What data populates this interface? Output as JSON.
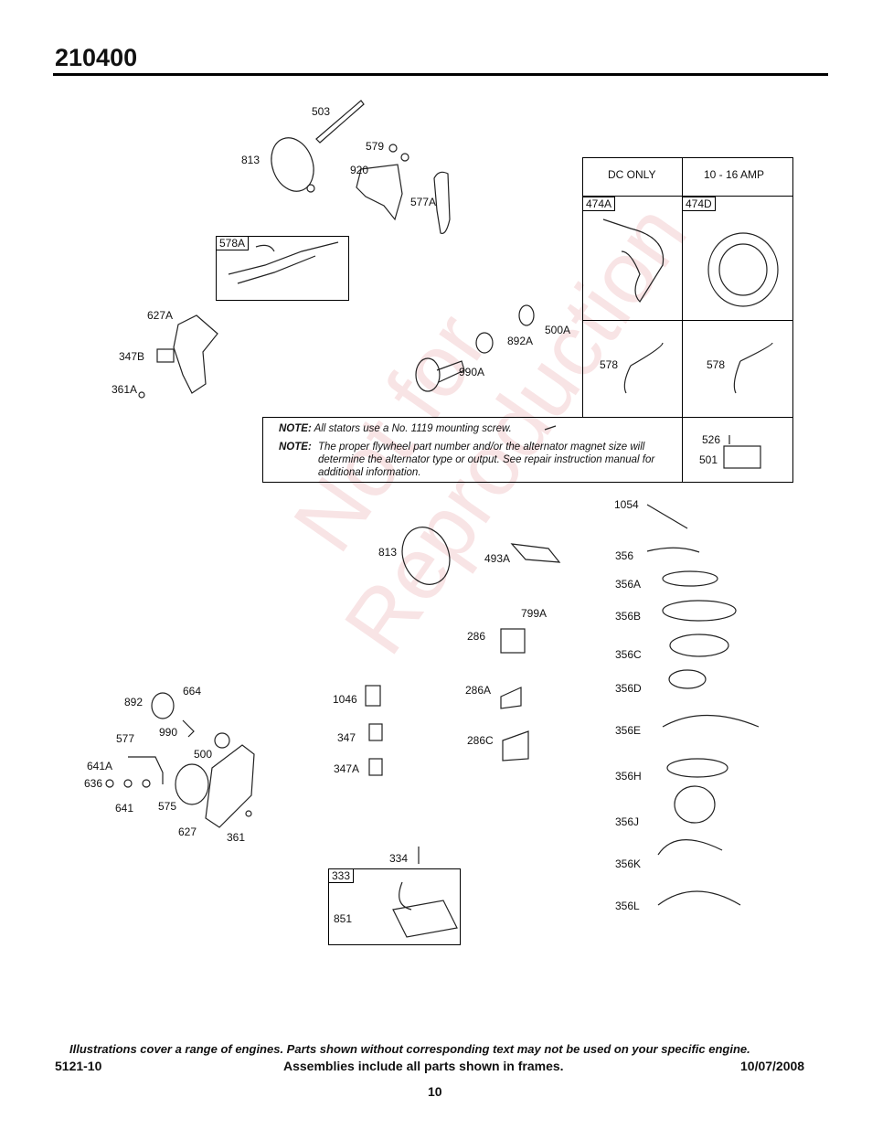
{
  "header": {
    "model": "210400"
  },
  "watermark": {
    "line1": "Not for",
    "line2": "Reproduction"
  },
  "stator_table": {
    "col1_header": "DC ONLY",
    "col2_header": "10 - 16 AMP",
    "tag1": "474A",
    "tag2": "474D",
    "sub1": "578",
    "sub2": "578",
    "reg_labels": [
      "526",
      "501"
    ]
  },
  "notes": [
    {
      "prefix": "NOTE:",
      "text": "All stators use a No. 1119 mounting screw."
    },
    {
      "prefix": "NOTE:",
      "text": "The proper flywheel part number and/or the alternator magnet size will determine the alternator type or output. See repair instruction manual for additional information."
    }
  ],
  "frames": {
    "f578A": "578A",
    "f333": "333"
  },
  "labels": {
    "l503": "503",
    "l813a": "813",
    "l579": "579",
    "l920": "920",
    "l577A": "577A",
    "l627A": "627A",
    "l347B": "347B",
    "l361A": "361A",
    "l500A": "500A",
    "l892A": "892A",
    "l990A": "990A",
    "l1054": "1054",
    "l356": "356",
    "l356A": "356A",
    "l356B": "356B",
    "l356C": "356C",
    "l356D": "356D",
    "l356E": "356E",
    "l356H": "356H",
    "l356J": "356J",
    "l356K": "356K",
    "l356L": "356L",
    "l813b": "813",
    "l493A": "493A",
    "l799A": "799A",
    "l286": "286",
    "l286A": "286A",
    "l286C": "286C",
    "l1046": "1046",
    "l347": "347",
    "l347A": "347A",
    "l892": "892",
    "l664": "664",
    "l577": "577",
    "l990": "990",
    "l500": "500",
    "l641A": "641A",
    "l636": "636",
    "l641": "641",
    "l575": "575",
    "l627": "627",
    "l361": "361",
    "l334": "334",
    "l851": "851"
  },
  "footer": {
    "disclaimer": "Illustrations cover a range of engines. Parts shown without corresponding text may not be used on your specific engine.",
    "left": "5121-10",
    "center": "Assemblies include all parts shown in frames.",
    "right": "10/07/2008",
    "page": "10"
  }
}
